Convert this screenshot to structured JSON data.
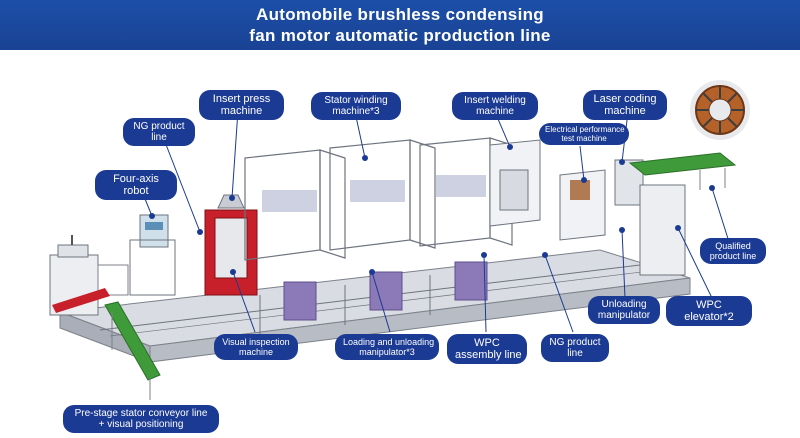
{
  "title": {
    "line1": "Automobile brushless condensing",
    "line2": "fan motor automatic production line"
  },
  "labels": {
    "insert_press": [
      "Insert press",
      "machine"
    ],
    "stator_winding": [
      "Stator winding",
      "machine*3"
    ],
    "insert_welding": [
      "Insert welding",
      "machine"
    ],
    "laser_coding": [
      "Laser coding",
      "machine"
    ],
    "ng_product_line_top": [
      "NG product",
      "line"
    ],
    "four_axis_robot": [
      "Four-axis",
      "robot"
    ],
    "electrical_test": [
      "Electrical performance",
      "test machine"
    ],
    "qualified_line": [
      "Qualified",
      "product line"
    ],
    "unloading_manipulator": [
      "Unloading",
      "manipulator"
    ],
    "wpc_elevator": [
      "WPC",
      "elevator*2"
    ],
    "visual_inspection": [
      "Visual inspection",
      "machine"
    ],
    "loading_unloading": [
      "Loading and unloading",
      "manipulator*3"
    ],
    "wpc_assembly": [
      "WPC",
      "assembly line"
    ],
    "ng_product_line_bottom": [
      "NG product",
      "line"
    ],
    "prestage_conveyor": [
      "Pre-stage stator conveyor line",
      "+ visual positioning"
    ]
  },
  "colors": {
    "banner": "#1c4fa8",
    "pill": "#1b3a93",
    "frame": "#8a8f98",
    "red_machine": "#c8202a",
    "green_conveyor": "#3f9a3a",
    "purple_panel": "#8c7ab8",
    "copper": "#b5612a"
  }
}
